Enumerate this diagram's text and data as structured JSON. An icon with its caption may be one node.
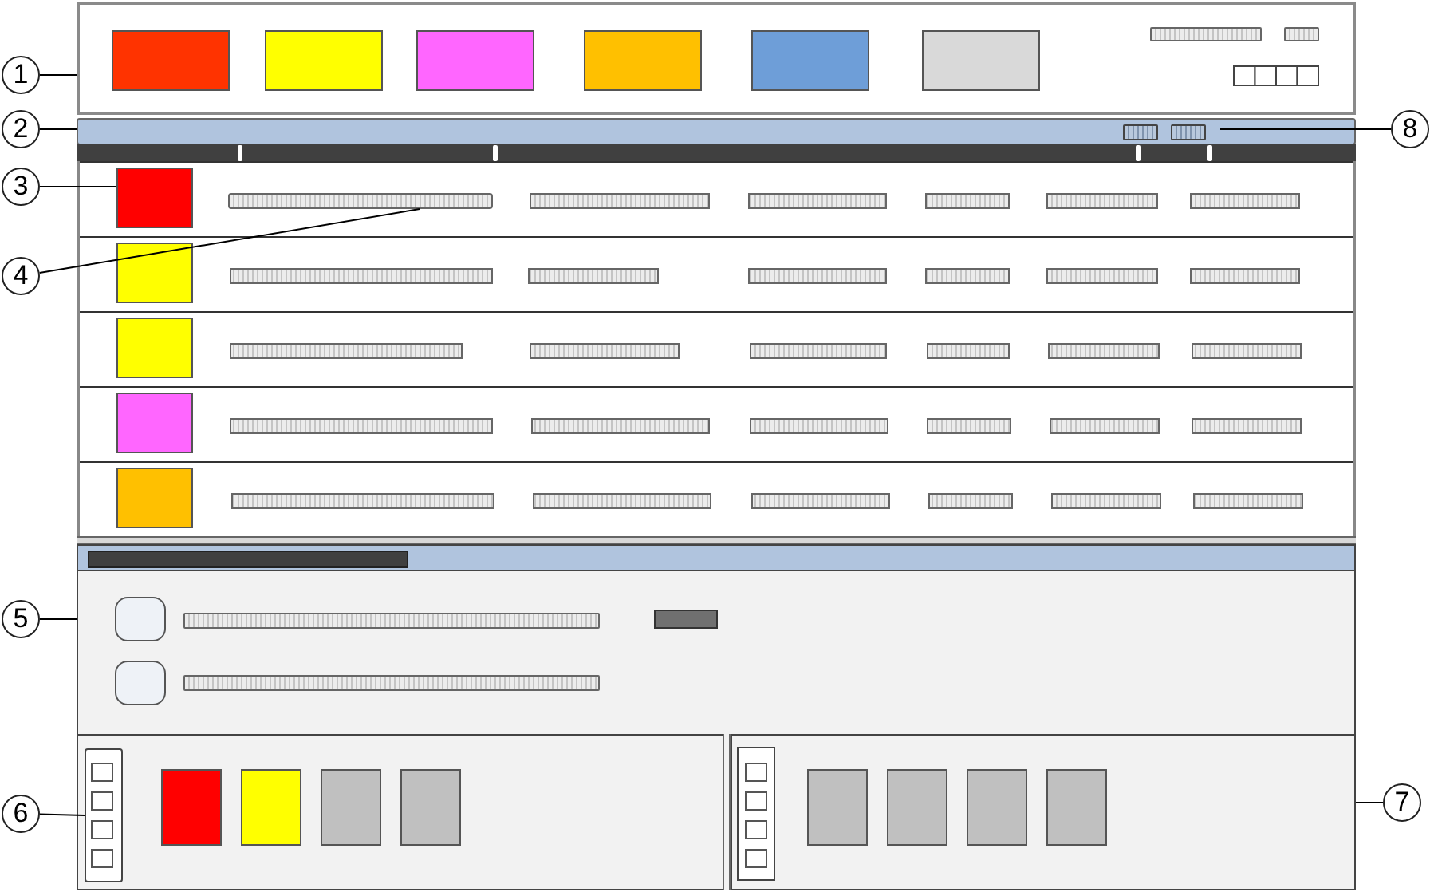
{
  "diagram": {
    "nodes": [
      {
        "text": [
          "1"
        ]
      },
      {
        "text": [
          "2"
        ]
      },
      {
        "text": [
          "3"
        ]
      },
      {
        "text": [
          "4"
        ]
      },
      {
        "text": [
          "5"
        ]
      },
      {
        "text": [
          "6"
        ]
      },
      {
        "text": [
          "7"
        ]
      },
      {
        "text": [
          "8"
        ]
      },
      {
        "text": [],
        "shape": "box"
      },
      {
        "text": [],
        "shape": "bar"
      },
      {
        "text": [],
        "shape": "box"
      },
      {
        "text": [],
        "shape": "bar"
      },
      {
        "text": [],
        "shape": "box"
      },
      {
        "text": [],
        "shape": "box"
      },
      {
        "text": [],
        "shape": "bar",
        "in": 13
      },
      {
        "text": [],
        "shape": "box"
      }
    ],
    "edges": [
      {
        "from": 0,
        "to": 8,
        "arrow": "none"
      },
      {
        "from": 1,
        "to": 9,
        "arrow": "none"
      },
      {
        "from": 2,
        "to": 10,
        "arrow": "none"
      },
      {
        "from": 3,
        "to": 11,
        "arrow": "none"
      },
      {
        "from": 4,
        "to": 12,
        "arrow": "none"
      },
      {
        "from": 5,
        "to": 14,
        "arrow": "none"
      },
      {
        "from": 6,
        "to": 15,
        "arrow": "none"
      },
      {
        "from": 7,
        "to": 9,
        "arrow": "none"
      }
    ]
  }
}
